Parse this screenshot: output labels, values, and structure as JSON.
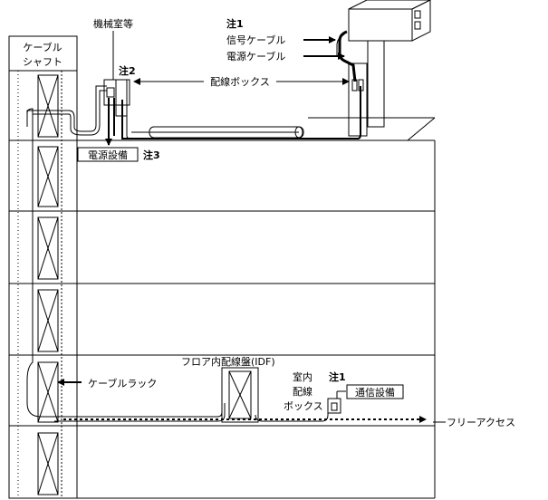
{
  "labels": {
    "cable_shaft_line1": "ケーブル",
    "cable_shaft_line2": "シャフト",
    "machine_room": "機械室等",
    "note1_top": "注1",
    "signal_cable": "信号ケーブル",
    "power_cable": "電源ケーブル",
    "note2": "注2",
    "wiring_box": "配線ボックス",
    "power_equipment": "電源設備",
    "note3": "注3",
    "idf": "フロア内配線盤(IDF)",
    "room_wiring_box_line1": "室内",
    "room_wiring_box_line2": "配線",
    "room_wiring_box_line3": "ボックス",
    "note1_bottom": "注1",
    "comm_equipment": "通信設備",
    "cable_rack": "ケーブルラック",
    "free_access": "フリーアクセス"
  },
  "colors": {
    "line": "#000000",
    "background": "#ffffff"
  }
}
